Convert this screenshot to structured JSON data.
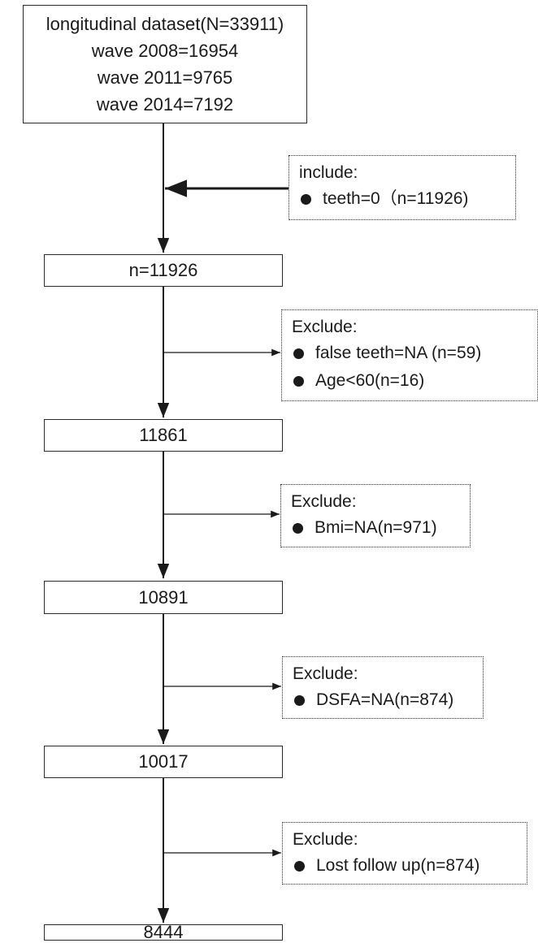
{
  "top_box": {
    "lines": [
      "longitudinal dataset(N=33911)",
      "wave 2008=16954",
      "wave 2011=9765",
      "wave 2014=7192"
    ]
  },
  "steps": [
    "n=11926",
    "11861",
    "10891",
    "10017",
    "8444"
  ],
  "side_boxes": [
    {
      "heading": "include:",
      "items": [
        "teeth=0（n=11926)"
      ]
    },
    {
      "heading": "Exclude:",
      "items": [
        "false teeth=NA (n=59)",
        "Age<60(n=16)"
      ]
    },
    {
      "heading": "Exclude:",
      "items": [
        "Bmi=NA(n=971)"
      ]
    },
    {
      "heading": "Exclude:",
      "items": [
        "DSFA=NA(n=874)"
      ]
    },
    {
      "heading": "Exclude:",
      "items": [
        "Lost follow up(n=874)"
      ]
    }
  ]
}
